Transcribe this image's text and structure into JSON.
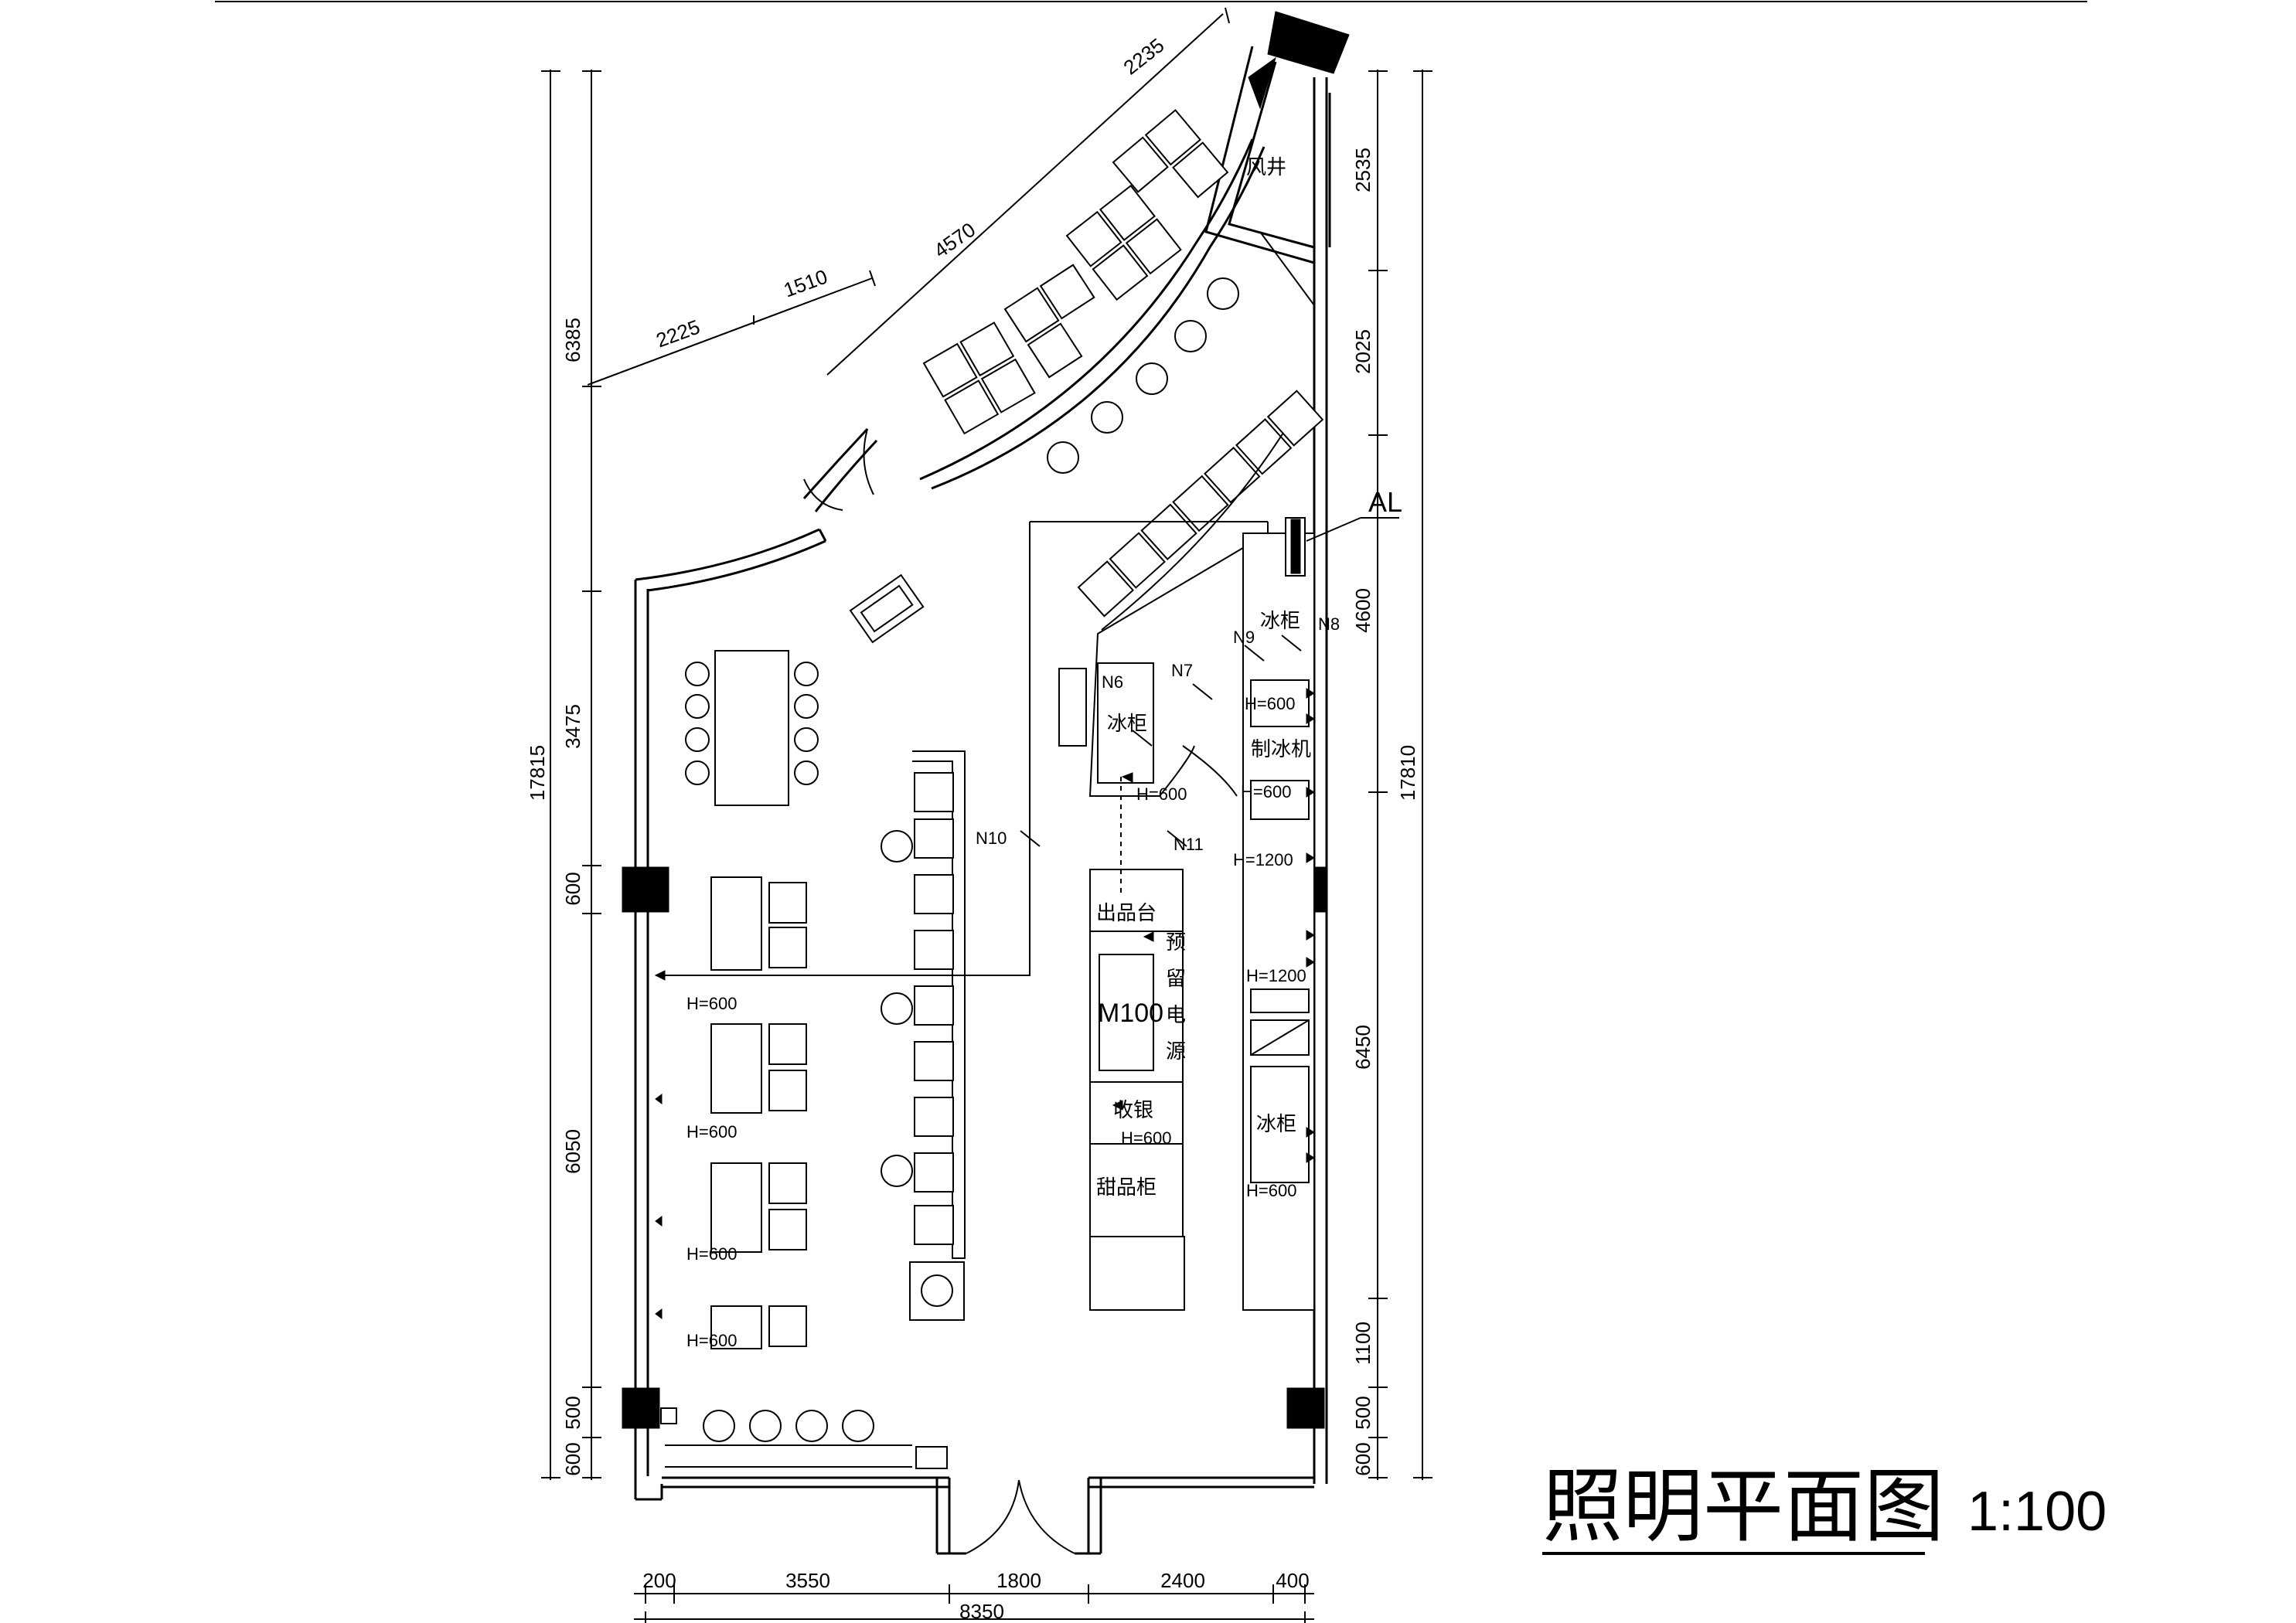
{
  "drawing": {
    "title": "照明平面图",
    "scale": "1:100"
  },
  "dimensions": {
    "left_total": "17815",
    "left_segments": [
      "6385",
      "3475",
      "600",
      "6050",
      "500",
      "600"
    ],
    "right_total": "17810",
    "right_segments": [
      "2535",
      "2025",
      "4600",
      "6450",
      "1100",
      "500",
      "600"
    ],
    "bottom_segments": [
      "200",
      "3550",
      "1800",
      "2400",
      "400"
    ],
    "bottom_total": "8350",
    "angled": [
      "2235",
      "4570",
      "2225",
      "1510"
    ]
  },
  "rooms": {
    "shaft": "风井",
    "fridge_1": "冰柜",
    "fridge_2": "冰柜",
    "fridge_3": "冰柜",
    "ice_machine": "制冰机",
    "pickup_counter": "出品台",
    "reserved_power": [
      "预",
      "留",
      "电",
      "源"
    ],
    "cashier": "收银",
    "dessert_cabinet": "甜品柜",
    "m100": "M100",
    "panel": "AL"
  },
  "circuits": [
    "N6",
    "N7",
    "N8",
    "N9",
    "N10",
    "N11"
  ],
  "heights": [
    "H=600",
    "H=600",
    "H=600",
    "H=1200",
    "H=1200",
    "H=600",
    "H=600",
    "H=600",
    "H=600",
    "H=600",
    "H=600"
  ]
}
